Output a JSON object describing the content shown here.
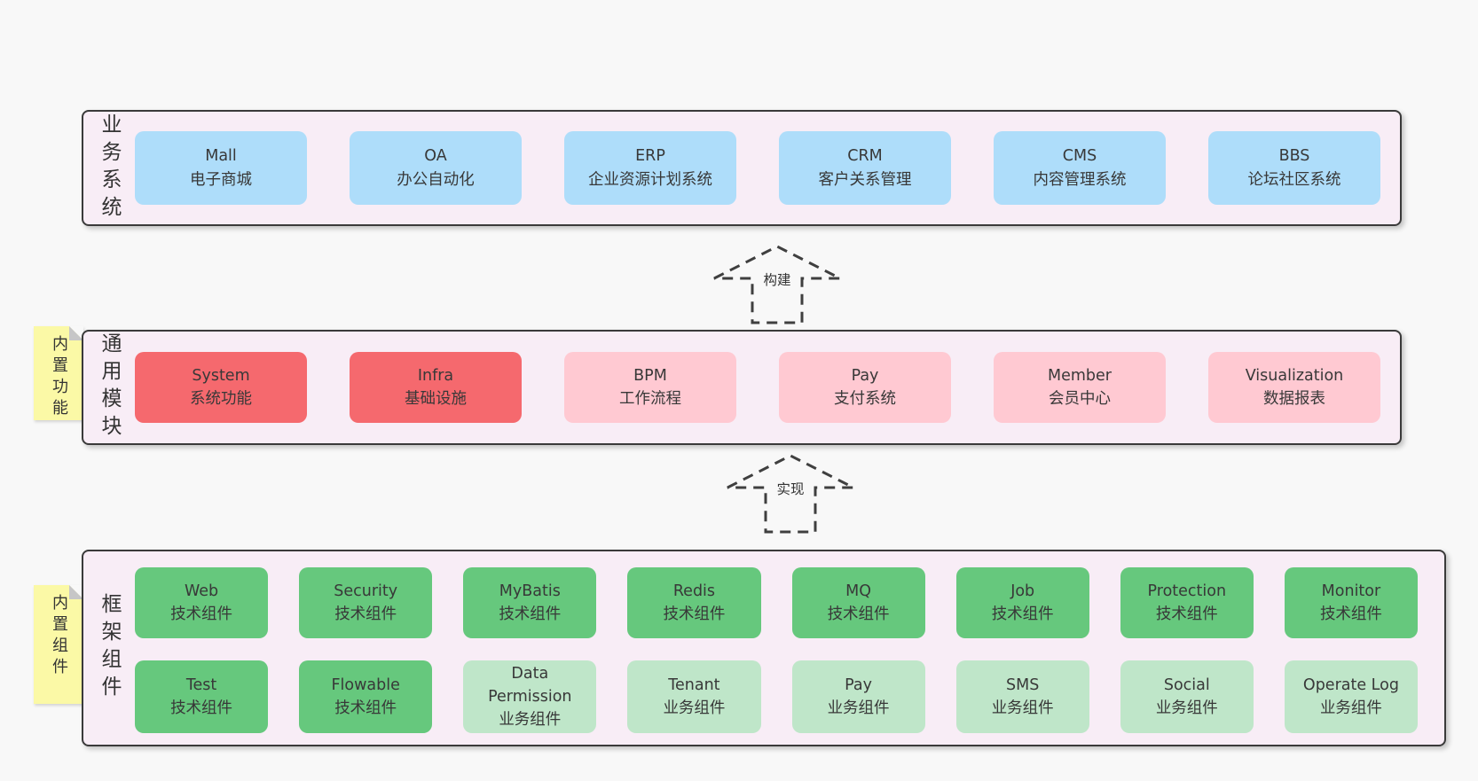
{
  "bands": {
    "business": {
      "label": "业务系统",
      "boxes": [
        {
          "name": "Mall",
          "desc": "电子商城"
        },
        {
          "name": "OA",
          "desc": "办公自动化"
        },
        {
          "name": "ERP",
          "desc": "企业资源计划系统"
        },
        {
          "name": "CRM",
          "desc": "客户关系管理"
        },
        {
          "name": "CMS",
          "desc": "内容管理系统"
        },
        {
          "name": "BBS",
          "desc": "论坛社区系统"
        }
      ]
    },
    "common": {
      "label": "通用模块",
      "sticky": "内置功能",
      "boxes": [
        {
          "name": "System",
          "desc": "系统功能"
        },
        {
          "name": "Infra",
          "desc": "基础设施"
        },
        {
          "name": "BPM",
          "desc": "工作流程"
        },
        {
          "name": "Pay",
          "desc": "支付系统"
        },
        {
          "name": "Member",
          "desc": "会员中心"
        },
        {
          "name": "Visualization",
          "desc": "数据报表"
        }
      ]
    },
    "framework": {
      "label": "框架组件",
      "sticky": "内置组件",
      "row1": [
        {
          "name": "Web",
          "desc": "技术组件"
        },
        {
          "name": "Security",
          "desc": "技术组件"
        },
        {
          "name": "MyBatis",
          "desc": "技术组件"
        },
        {
          "name": "Redis",
          "desc": "技术组件"
        },
        {
          "name": "MQ",
          "desc": "技术组件"
        },
        {
          "name": "Job",
          "desc": "技术组件"
        },
        {
          "name": "Protection",
          "desc": "技术组件"
        },
        {
          "name": "Monitor",
          "desc": "技术组件"
        }
      ],
      "row2": [
        {
          "name": "Test",
          "desc": "技术组件"
        },
        {
          "name": "Flowable",
          "desc": "技术组件"
        },
        {
          "name": "Data Permission",
          "desc": "业务组件"
        },
        {
          "name": "Tenant",
          "desc": "业务组件"
        },
        {
          "name": "Pay",
          "desc": "业务组件"
        },
        {
          "name": "SMS",
          "desc": "业务组件"
        },
        {
          "name": "Social",
          "desc": "业务组件"
        },
        {
          "name": "Operate Log",
          "desc": "业务组件"
        }
      ]
    }
  },
  "arrows": [
    {
      "label": "构建"
    },
    {
      "label": "实现"
    }
  ],
  "colors": {
    "page_bg": "#f8f8f8",
    "band_bg": "#f8edf6",
    "band_border": "#3a3a3a",
    "blue": "#aeddfa",
    "red": "#f5696e",
    "pink": "#ffc9d2",
    "green": "#66c87d",
    "light_green": "#bfe6c9",
    "sticky_yellow": "#fbf9a6",
    "text": "#383838"
  }
}
